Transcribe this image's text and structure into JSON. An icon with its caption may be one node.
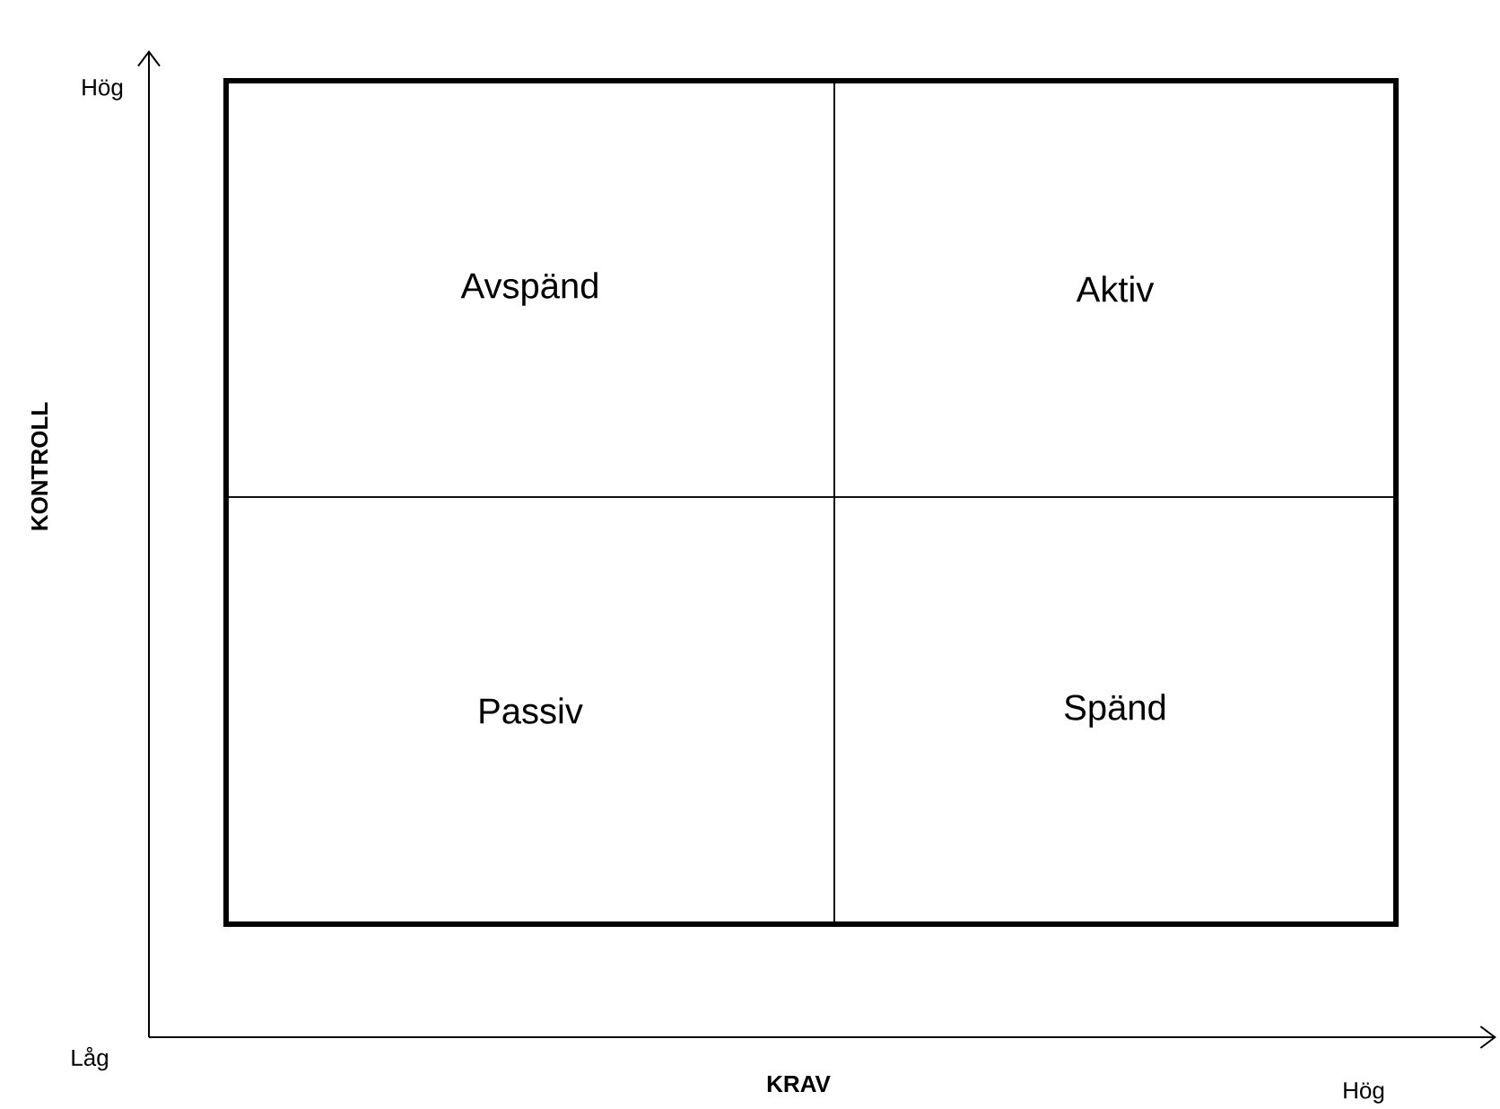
{
  "diagram": {
    "nodes": [
      {
        "text": [
          "Avspänd"
        ]
      },
      {
        "text": [
          "Aktiv"
        ]
      },
      {
        "text": [
          "Passiv"
        ]
      },
      {
        "text": [
          "Spänd"
        ]
      }
    ],
    "labels": [
      "Hög",
      "KONTROLL",
      "Låg",
      "Hög",
      "KRAV"
    ]
  }
}
